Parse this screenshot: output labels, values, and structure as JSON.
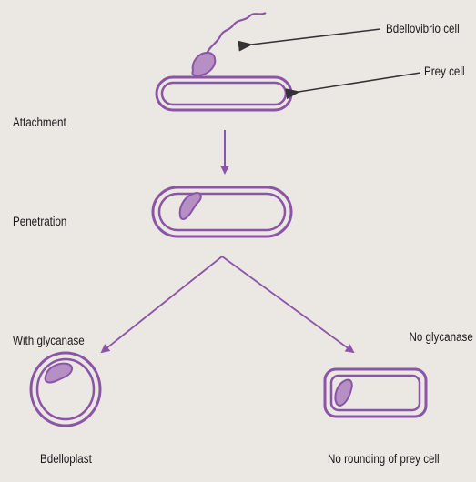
{
  "labels": {
    "bdellovibrio_cell": "Bdellovibrio cell",
    "prey_cell": "Prey cell",
    "attachment": "Attachment",
    "penetration": "Penetration",
    "with_glycanase": "With glycanase",
    "no_glycanase": "No glycanase",
    "bdelloplast": "Bdelloplast",
    "no_rounding": "No rounding of prey cell"
  },
  "colors": {
    "background": "#ebe7e2",
    "membrane": "#8a55a7",
    "bdellovibrio_fill": "#b68fc4",
    "arrow": "#8a55a7",
    "pointer": "#333333"
  }
}
